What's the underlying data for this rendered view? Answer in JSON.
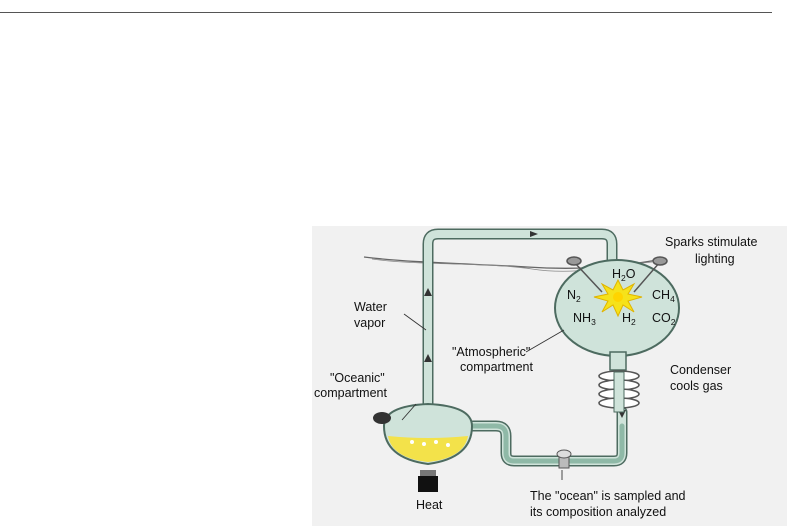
{
  "labels": {
    "sparks": [
      "Sparks stimulate",
      "lighting"
    ],
    "water_vapor": [
      "Water",
      "vapor"
    ],
    "atmospheric": [
      "\"Atmospheric\"",
      "compartment"
    ],
    "oceanic": [
      "\"Oceanic\"",
      "compartment"
    ],
    "condenser": [
      "Condenser",
      "cools gas"
    ],
    "heat": "Heat",
    "sampled": [
      "The \"ocean\" is sampled and",
      "its composition analyzed"
    ]
  },
  "chemicals": {
    "h2o": {
      "base": "H",
      "sub": "2",
      "rest": "O"
    },
    "n2": {
      "base": "N",
      "sub": "2"
    },
    "ch4": {
      "base": "CH",
      "sub": "4"
    },
    "nh3": {
      "base": "NH",
      "sub": "3"
    },
    "h2": {
      "base": "H",
      "sub": "2"
    },
    "co2": {
      "base": "CO",
      "sub": "2"
    }
  },
  "colors": {
    "figure_background": "#f1f1f1",
    "glass_fill": "#cfe3da",
    "glass_stroke": "#4d6b60",
    "water": "#f3e24a",
    "spark": "#f6e21a"
  }
}
